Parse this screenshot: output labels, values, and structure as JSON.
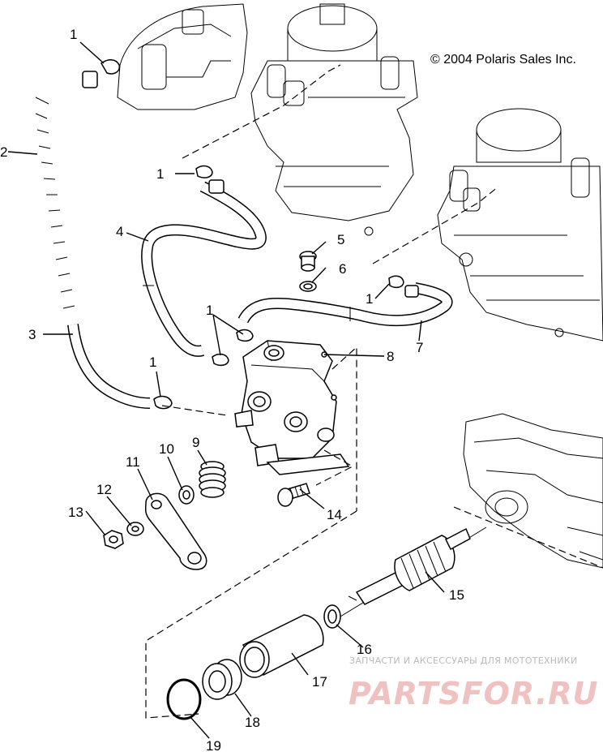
{
  "copyright": "© 2004 Polaris Sales Inc.",
  "watermark": {
    "tagline": "ЗАПЧАСТИ И АКСЕССУАРЫ ДЛЯ МОТОТЕХНИКИ",
    "logo": "PARTSFOR.RU"
  },
  "callouts": {
    "c1_top": "1",
    "c1_carb_a": "1",
    "c1_carb_b": "1",
    "c1_pump": "1",
    "c1_lower": "1",
    "c2": "2",
    "c3": "3",
    "c4": "4",
    "c5": "5",
    "c6": "6",
    "c7": "7",
    "c8": "8",
    "c9": "9",
    "c10": "10",
    "c11": "11",
    "c12": "12",
    "c13": "13",
    "c14": "14",
    "c15": "15",
    "c16": "16",
    "c17": "17",
    "c18": "18",
    "c19": "19"
  }
}
